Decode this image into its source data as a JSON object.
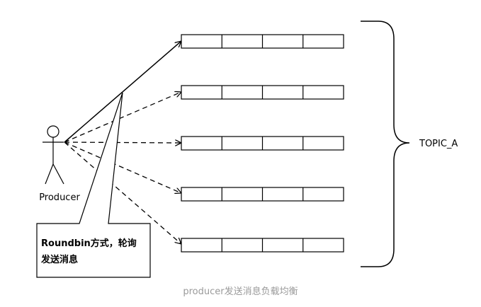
{
  "diagram": {
    "actor_label": "Producer",
    "topic_label": "TOPIC_A",
    "note_line1": "Roundbin方式，轮询",
    "note_line2": "发送消息",
    "partitions": [
      {
        "cells": 4
      },
      {
        "cells": 4
      },
      {
        "cells": 4
      },
      {
        "cells": 4
      },
      {
        "cells": 4
      }
    ]
  },
  "caption": "producer发送消息负载均衡"
}
